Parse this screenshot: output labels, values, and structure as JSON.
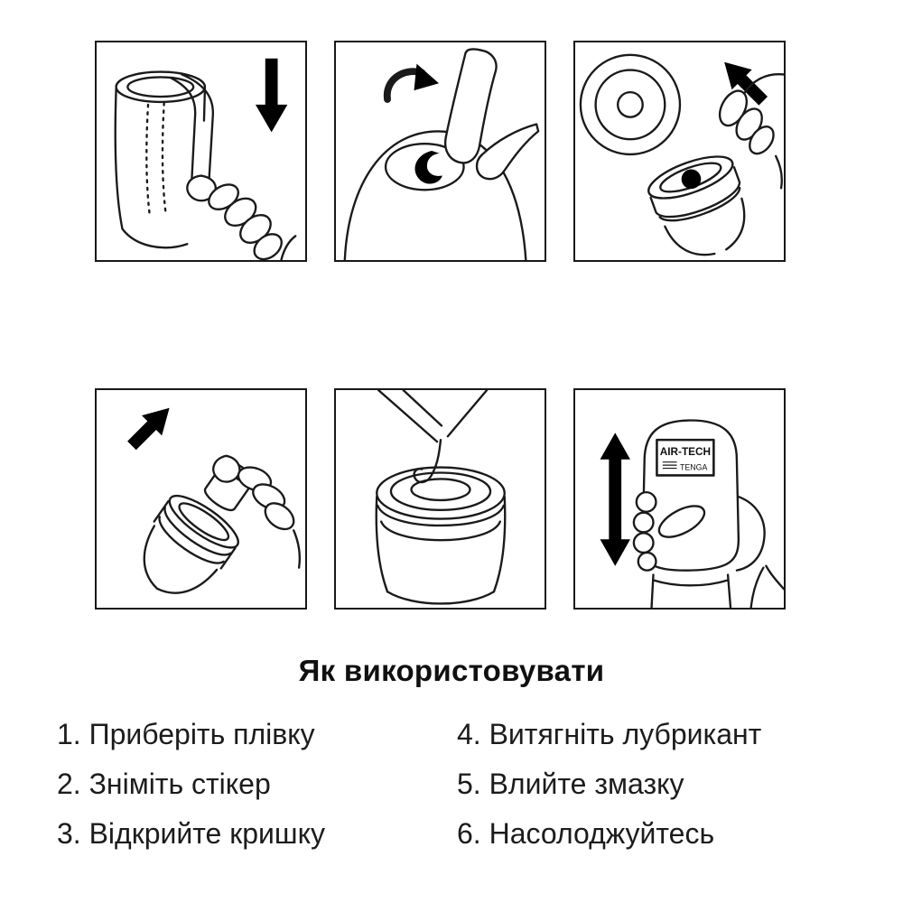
{
  "instructions": {
    "title": "Як використовувати",
    "columns": [
      {
        "steps": [
          "1. Приберіть плівку",
          "2. Зніміть стікер",
          "3. Відкрийте кришку"
        ]
      },
      {
        "steps": [
          "4. Витягніть лубрикант",
          "5. Влийте змазку",
          "6. Насолоджуйтесь"
        ]
      }
    ]
  },
  "panel_illustrations": [
    "peel-film",
    "remove-sticker",
    "open-cap",
    "pull-out-lubricant-pod",
    "pour-lubricant",
    "stroke-up-down"
  ],
  "product_label": {
    "name": "AIR-TECH",
    "brand": "TENGA"
  },
  "colors": {
    "background": "#ffffff",
    "line": "#1a1a1a",
    "arrow": "#000000",
    "text": "#1c1c1c",
    "panel_border": "#181818"
  }
}
